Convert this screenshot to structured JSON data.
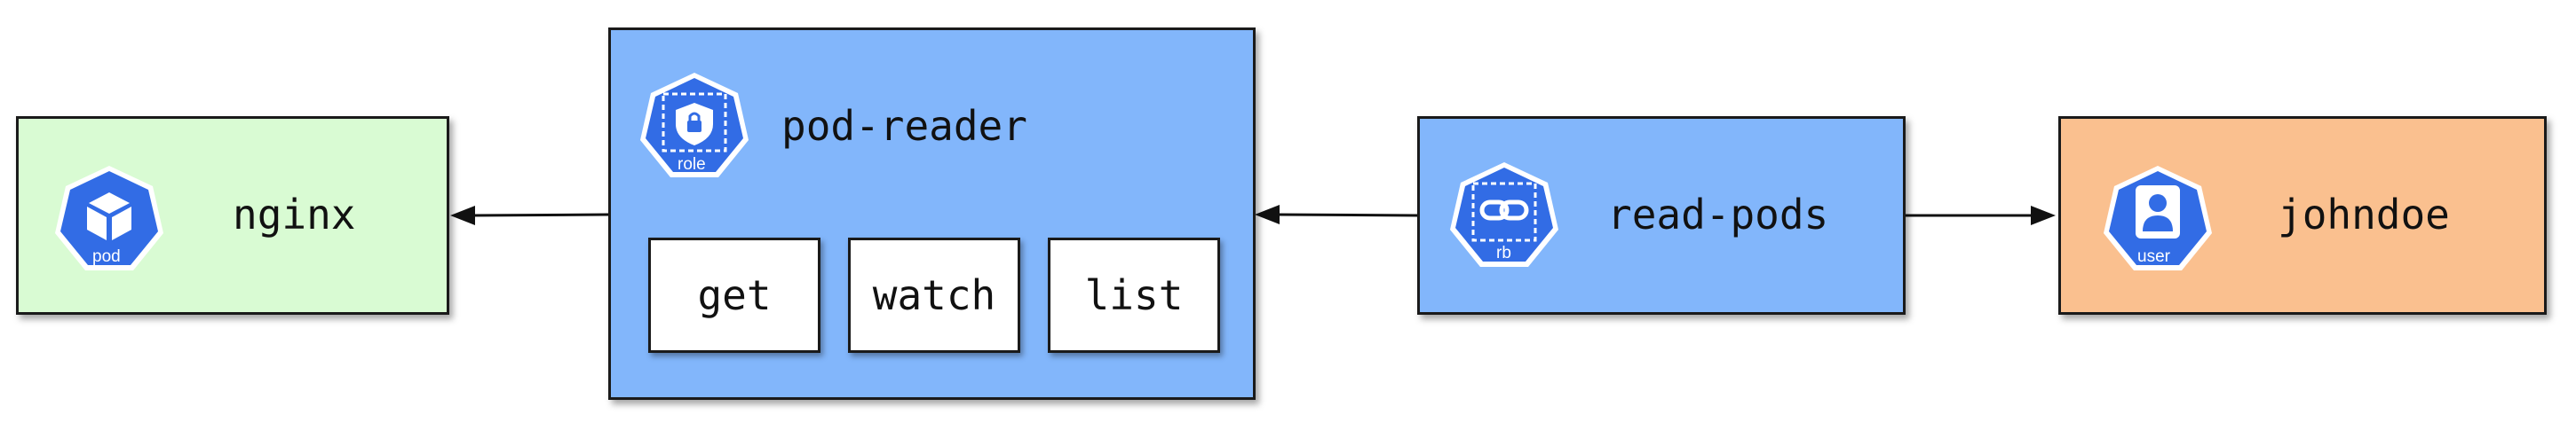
{
  "nodes": {
    "pod": {
      "label": "nginx",
      "icon_text": "pod",
      "icon": "kubernetes-pod-icon",
      "fill": "#d9fbd3"
    },
    "role": {
      "label": "pod-reader",
      "icon_text": "role",
      "icon": "kubernetes-role-icon",
      "fill": "#82b6fb",
      "verbs": [
        "get",
        "watch",
        "list"
      ]
    },
    "rolebinding": {
      "label": "read-pods",
      "icon_text": "rb",
      "icon": "kubernetes-rolebinding-icon",
      "fill": "#82b6fb"
    },
    "user": {
      "label": "johndoe",
      "icon_text": "user",
      "icon": "kubernetes-user-icon",
      "fill": "#fac08f"
    }
  },
  "edges": [
    {
      "from": "role",
      "to": "pod"
    },
    {
      "from": "rolebinding",
      "to": "role"
    },
    {
      "from": "rolebinding",
      "to": "user"
    }
  ],
  "colors": {
    "icon_blue": "#326ce5",
    "border": "#1a1a1a"
  }
}
